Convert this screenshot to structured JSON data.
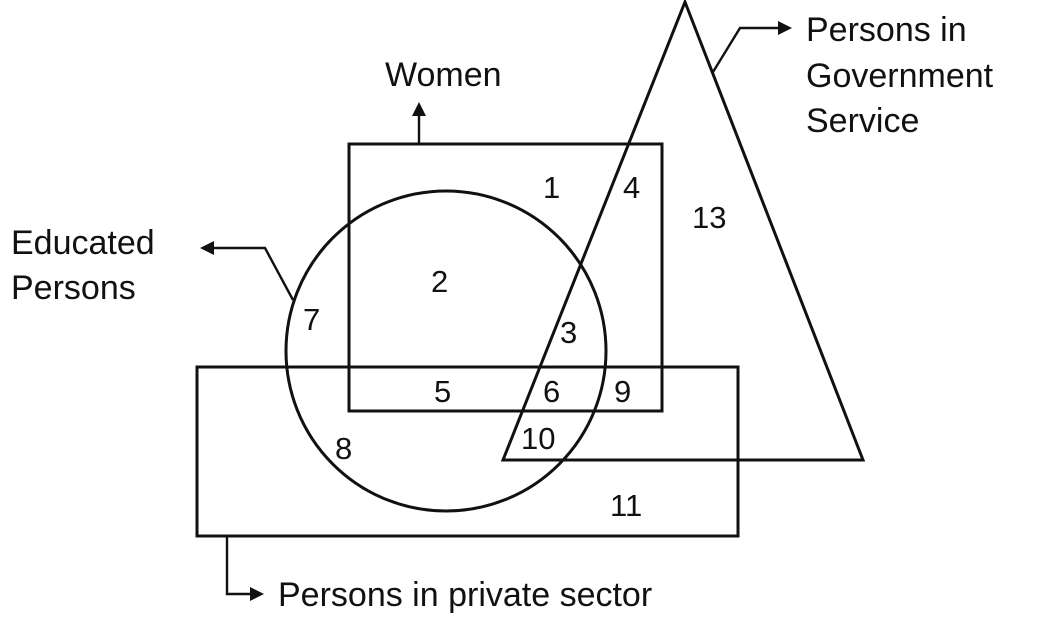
{
  "labels": {
    "women": "Women",
    "government": [
      "Persons in",
      "Government",
      "Service"
    ],
    "educated": [
      "Educated",
      "Persons"
    ],
    "private": "Persons in private sector"
  },
  "regions": {
    "r1": "1",
    "r2": "2",
    "r3": "3",
    "r4": "4",
    "r5": "5",
    "r6": "6",
    "r7": "7",
    "r8": "8",
    "r9": "9",
    "r10": "10",
    "r11": "11",
    "r13": "13"
  },
  "colors": {
    "stroke": "#111111",
    "background": "#ffffff"
  }
}
